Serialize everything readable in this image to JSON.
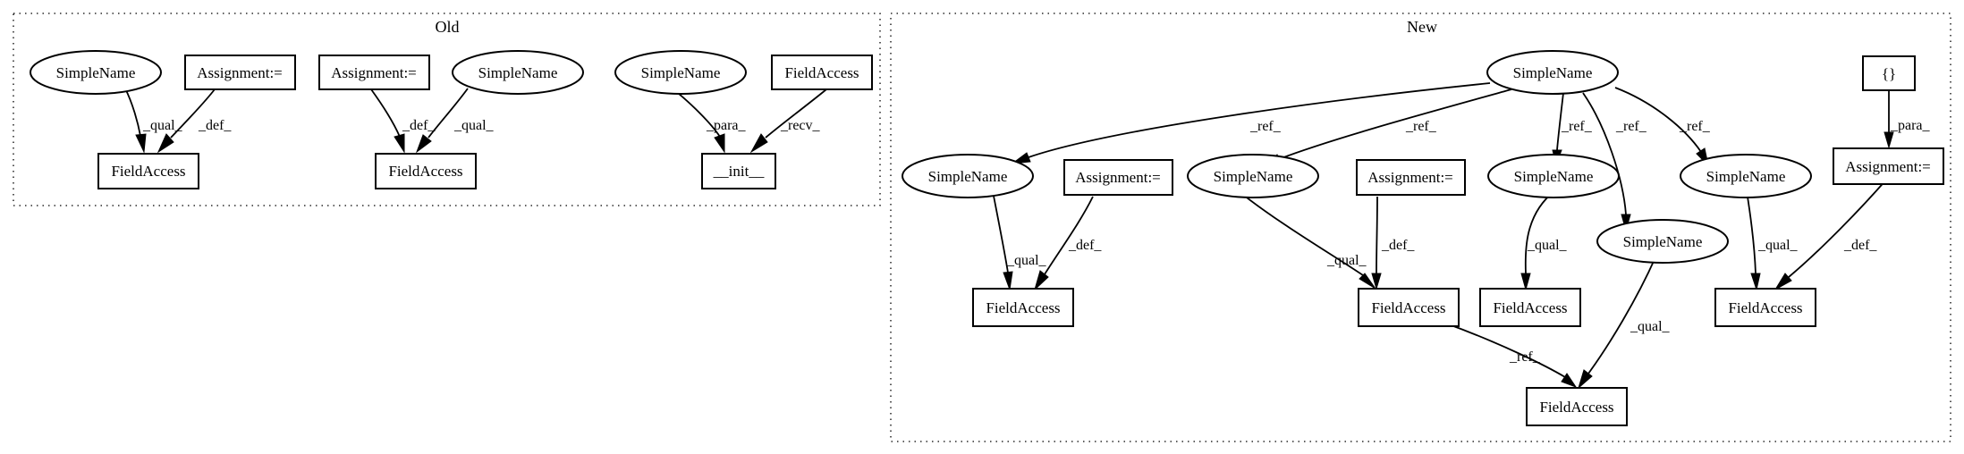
{
  "clusters": {
    "old": {
      "label": "Old"
    },
    "new": {
      "label": "New"
    }
  },
  "nodes": {
    "old_sn1": "SimpleName",
    "old_as1": "Assignment:=",
    "old_fa1": "FieldAccess",
    "old_as2": "Assignment:=",
    "old_sn2": "SimpleName",
    "old_fa2": "FieldAccess",
    "old_sn3": "SimpleName",
    "old_fa3": "FieldAccess",
    "old_init": "__init__",
    "new_root": "SimpleName",
    "new_braces": "{}",
    "new_sn_a": "SimpleName",
    "new_as_a": "Assignment:=",
    "new_sn_b": "SimpleName",
    "new_as_b": "Assignment:=",
    "new_sn_c": "SimpleName",
    "new_sn_d": "SimpleName",
    "new_sn_e": "SimpleName",
    "new_as_c": "Assignment:=",
    "new_fa_a": "FieldAccess",
    "new_fa_b": "FieldAccess",
    "new_fa_c": "FieldAccess",
    "new_fa_d": "FieldAccess",
    "new_fa_e": "FieldAccess"
  },
  "edges": [
    {
      "from": "old_sn1",
      "to": "old_fa1",
      "label": "_qual_"
    },
    {
      "from": "old_as1",
      "to": "old_fa1",
      "label": "_def_"
    },
    {
      "from": "old_as2",
      "to": "old_fa2",
      "label": "_def_"
    },
    {
      "from": "old_sn2",
      "to": "old_fa2",
      "label": "_qual_"
    },
    {
      "from": "old_sn3",
      "to": "old_init",
      "label": "_para_"
    },
    {
      "from": "old_fa3",
      "to": "old_init",
      "label": "_recv_"
    },
    {
      "from": "new_root",
      "to": "new_sn_a",
      "label": "_ref_"
    },
    {
      "from": "new_root",
      "to": "new_sn_b",
      "label": "_ref_"
    },
    {
      "from": "new_root",
      "to": "new_sn_c",
      "label": "_ref_"
    },
    {
      "from": "new_root",
      "to": "new_sn_d",
      "label": "_ref_"
    },
    {
      "from": "new_root",
      "to": "new_sn_e",
      "label": "_ref_"
    },
    {
      "from": "new_braces",
      "to": "new_as_c",
      "label": "_para_"
    },
    {
      "from": "new_sn_a",
      "to": "new_fa_a",
      "label": "_qual_"
    },
    {
      "from": "new_as_a",
      "to": "new_fa_a",
      "label": "_def_"
    },
    {
      "from": "new_sn_b",
      "to": "new_fa_b",
      "label": "_qual_"
    },
    {
      "from": "new_as_b",
      "to": "new_fa_b",
      "label": "_def_"
    },
    {
      "from": "new_sn_c",
      "to": "new_fa_c",
      "label": "_qual_"
    },
    {
      "from": "new_sn_e",
      "to": "new_fa_d",
      "label": "_qual_"
    },
    {
      "from": "new_as_c",
      "to": "new_fa_d",
      "label": "_def_"
    },
    {
      "from": "new_fa_b",
      "to": "new_fa_e",
      "label": "_ref_"
    },
    {
      "from": "new_sn_d",
      "to": "new_fa_e",
      "label": "_qual_"
    }
  ]
}
